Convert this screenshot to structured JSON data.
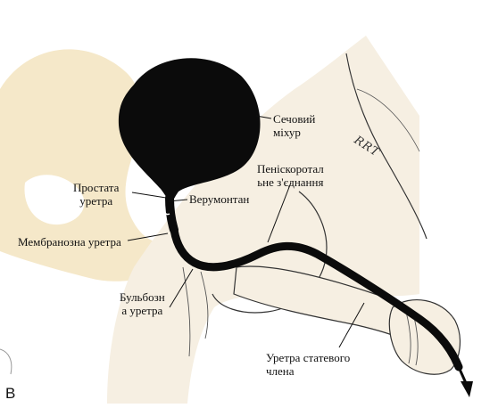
{
  "figure": {
    "panel_letter": "B",
    "artist_signature": "RRT",
    "colors": {
      "pelvic_bone": "#f5e8c9",
      "skin": "#f6efe2",
      "urethra": "#0b0b0b",
      "outline": "#333333"
    },
    "labels": {
      "bladder": [
        "Сечовий",
        "міхур"
      ],
      "penoscrotal": [
        "Пеніскоротал",
        "ьне з'єднання"
      ],
      "prostatic": [
        "Простата",
        "уретра"
      ],
      "verumontanum": "Верумонтан",
      "membranous": "Мембранозна уретра",
      "bulbar": [
        "Бульбозн",
        "а уретра"
      ],
      "penile": [
        "Уретра статевого",
        "члена"
      ]
    }
  }
}
